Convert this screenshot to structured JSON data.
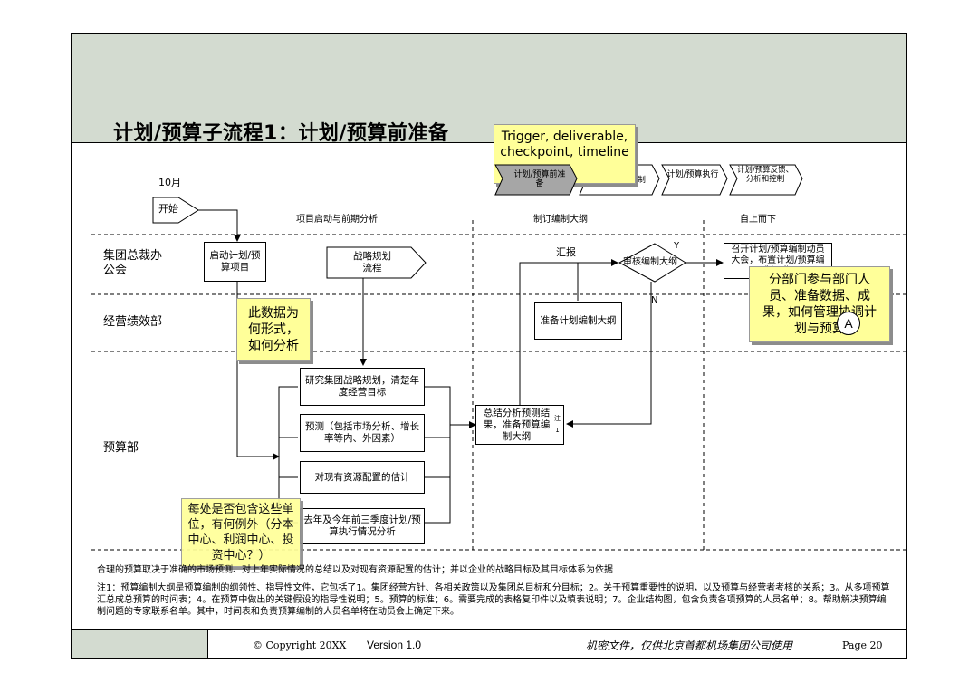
{
  "title": "计划/预算子流程1：计划/预算前准备",
  "trigger_note": "Trigger, deliverable, checkpoint, timeline",
  "phases": [
    "计划/预算前准备",
    "计划/预算编制",
    "计划/预算执行",
    "计划/预算反馈、分析和控制"
  ],
  "timeline": {
    "month": "10月",
    "start": "开始"
  },
  "stages": [
    "项目启动与前期分析",
    "制订编制大纲",
    "自上而下"
  ],
  "lanes": [
    "集团总裁办公会",
    "经营绩效部",
    "预算部"
  ],
  "boxes": {
    "launch": "启动计划/预算项目",
    "strategy": "战略规划流程",
    "research": "研究集团战略规划，清楚年度经营目标",
    "forecast": "预测（包括市场分析、增长率等内、外因素）",
    "resource": "对现有资源配置的估计",
    "lastyear": "去年及今年前三季度计划/预算执行情况分析",
    "summary": "总结分析预测结果，准备预算编制大纲",
    "summary_sup": "注1",
    "prepare_outline": "准备计划编制大纲",
    "review": "审核编制大纲",
    "meeting": "召开计划/预算编制动员大会，布置计划/预算编制工作"
  },
  "labels": {
    "report": "汇报",
    "yes": "Y",
    "no": "N",
    "connector": "A"
  },
  "stickies": {
    "data_form": "此数据为何形式，如何分析",
    "units": "每处是否包含这些单位，有何例外（分本中心、利润中心、投资中心？）",
    "departments": "分部门参与部门人员、准备数据、成果，如何管理协调计划与预算"
  },
  "notes": {
    "line1": "合理的预算取决于准确的市场预测、对上年实际情况的总结以及对现有资源配置的估计；并以企业的战略目标及其目标体系为依据",
    "line2": "注1：预算编制大纲是预算编制的纲领性、指导性文件，它包括了1。集团经营方针、各相关政策以及集团总目标和分目标；2。关于预算重要性的说明，以及预算与经营者考核的关系；3。从多项预算汇总成总预算的时间表；4。在预算中做出的关键假设的指导性说明；5。预算的标准；6。需要完成的表格复印件以及填表说明；7。企业结构图，包含负责各项预算的人员名单；8。帮助解决预算编制问题的专家联系名单。其中，时间表和负责预算编制的人员名单将在动员会上确定下来。"
  },
  "footer": {
    "copyright": "© Copyright 20XX",
    "version": "Version 1.0",
    "confidential": "机密文件，仅供北京首都机场集团公司使用",
    "page": "Page 20"
  }
}
